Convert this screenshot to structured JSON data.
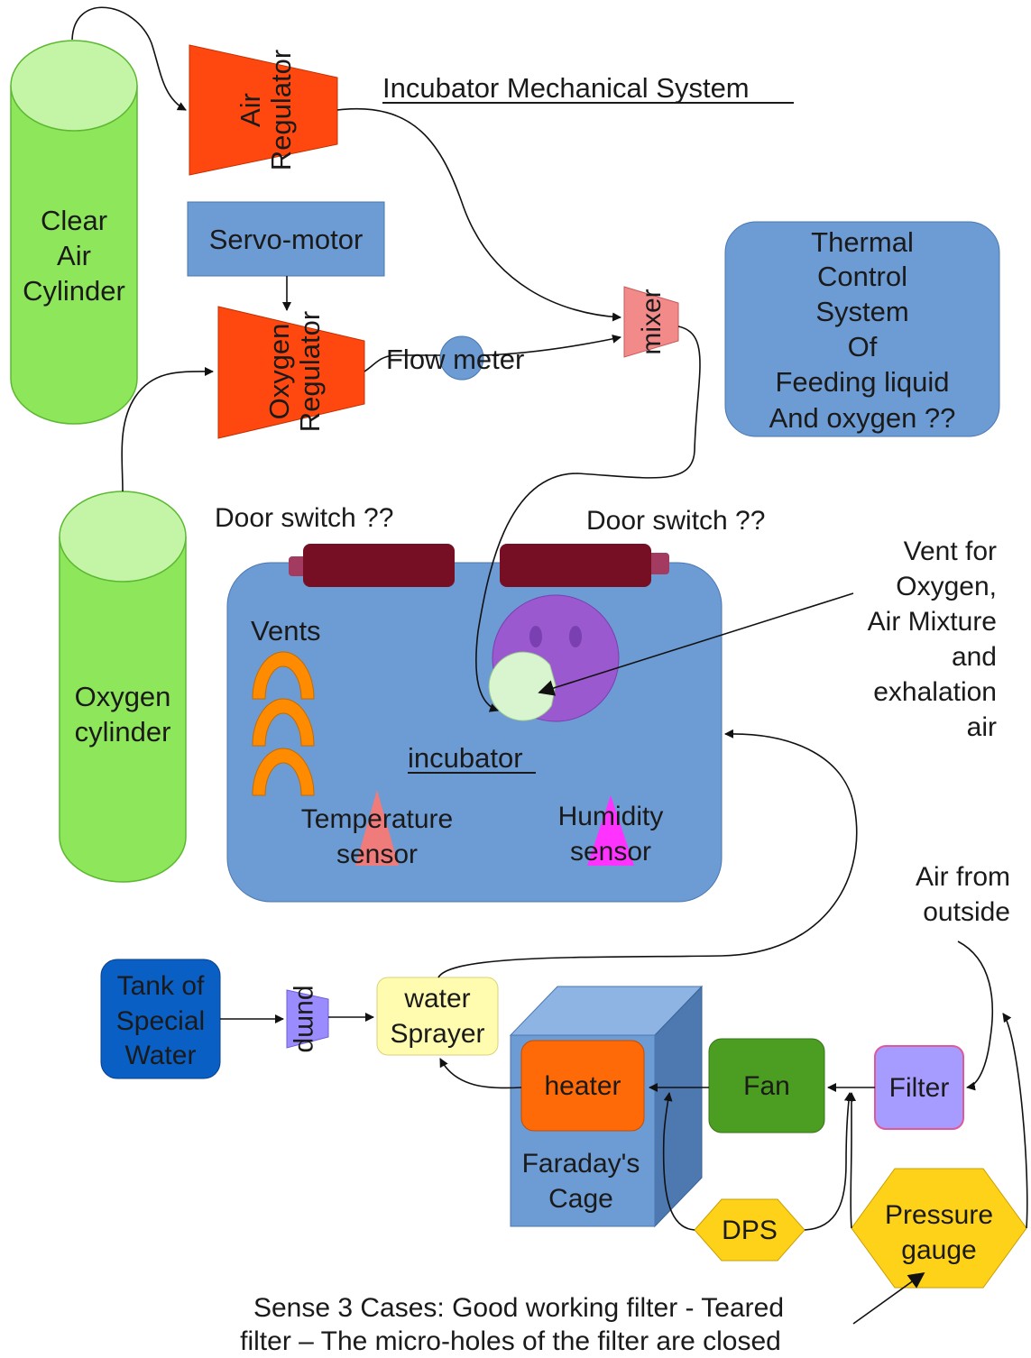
{
  "title": "Incubator Mechanical System",
  "colors": {
    "cylinder": "#8ee65a",
    "cylinder_top": "#c4f5a6",
    "regulator": "#ff4810",
    "box_blue": "#6d9bd3",
    "box_blue_dark": "#5b87c0",
    "mixer": "#f28a8a",
    "door_switch": "#770f24",
    "door_switch_cap": "#a33a5f",
    "vent": "#ff8c00",
    "face": "#9b59d0",
    "mouth": "#d9f5d0",
    "temp_sensor": "#f07b7b",
    "humidity_sensor": "#ff33ff",
    "tank": "#0a5fc4",
    "pump": "#9a8cff",
    "sprayer": "#fffcb0",
    "cage_front": "#6d9bd3",
    "cage_top": "#8db4e2",
    "cage_side": "#4e79b0",
    "heater": "#ff6a08",
    "fan": "#4c9e22",
    "filter": "#a69cff",
    "filter_border": "#e0589a",
    "dps": "#ffd21a",
    "pressure_gauge": "#ffd21a"
  },
  "nodes": {
    "clear_air_cylinder": [
      "Clear",
      "Air",
      "Cylinder"
    ],
    "oxygen_cylinder": [
      "Oxygen",
      "cylinder"
    ],
    "air_regulator": [
      "Air",
      "Regulator"
    ],
    "oxygen_regulator": [
      "Oxygen",
      "Regulator"
    ],
    "servo_motor": "Servo-motor",
    "flow_meter": "Flow meter",
    "mixer": "mixer",
    "thermal_control": [
      "Thermal",
      "Control",
      "System",
      "Of",
      "Feeding liquid",
      "And oxygen ??"
    ],
    "door_switch_left": "Door switch ??",
    "door_switch_right": "Door switch ??",
    "vents": "Vents",
    "incubator": "incubator",
    "temperature_sensor": [
      "Temperature",
      "sensor"
    ],
    "humidity_sensor": [
      "Humidity",
      "sensor"
    ],
    "vent_note": [
      "Vent for",
      "Oxygen,",
      "Air Mixture",
      "and",
      "exhalation",
      "air"
    ],
    "air_from_outside": [
      "Air from",
      "outside"
    ],
    "tank": [
      "Tank of",
      "Special",
      "Water"
    ],
    "pump": "pump",
    "water_sprayer": [
      "water",
      "Sprayer"
    ],
    "heater": "heater",
    "faraday_cage": [
      "Faraday's",
      "Cage"
    ],
    "fan": "Fan",
    "filter": "Filter",
    "dps": "DPS",
    "pressure_gauge": [
      "Pressure",
      "gauge"
    ]
  },
  "footer": [
    "Sense 3 Cases: Good working filter - Teared",
    "filter – The micro-holes of the filter are closed"
  ]
}
